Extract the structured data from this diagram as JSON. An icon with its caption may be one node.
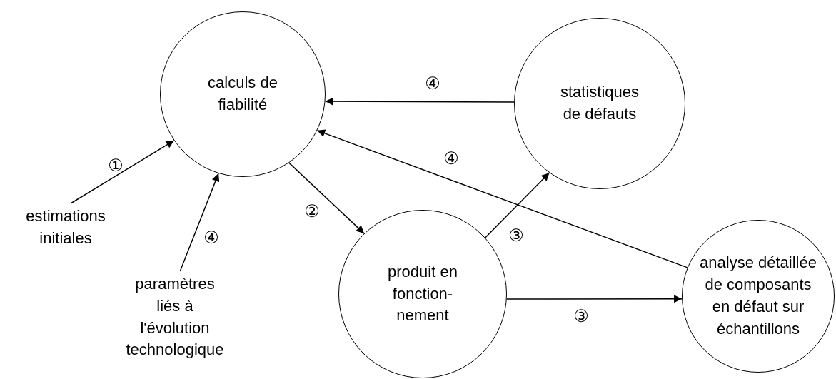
{
  "diagram": {
    "nodes": [
      {
        "text": [
          "calculs de fiabilité"
        ]
      },
      {
        "text": [
          "statistiques de défauts"
        ]
      },
      {
        "text": [
          "produit en fonction- nement"
        ]
      },
      {
        "text": [
          "analyse détaillée de composants en défaut sur échantillons"
        ]
      },
      {
        "text": [
          "estimations initiales"
        ]
      },
      {
        "text": [
          "paramètres liés à l'évolution technologique"
        ]
      }
    ],
    "edges": [
      {
        "from": 4,
        "to": 0,
        "arrow": "to",
        "label": "①"
      },
      {
        "from": 5,
        "to": 0,
        "arrow": "to",
        "label": "④"
      },
      {
        "from": 0,
        "to": 2,
        "arrow": "to",
        "label": "②"
      },
      {
        "from": 1,
        "to": 0,
        "arrow": "to",
        "label": "④"
      },
      {
        "from": 3,
        "to": 0,
        "arrow": "to",
        "label": "④"
      },
      {
        "from": 2,
        "to": 1,
        "arrow": "to",
        "label": "③"
      },
      {
        "from": 2,
        "to": 3,
        "arrow": "to",
        "label": "③"
      }
    ]
  }
}
